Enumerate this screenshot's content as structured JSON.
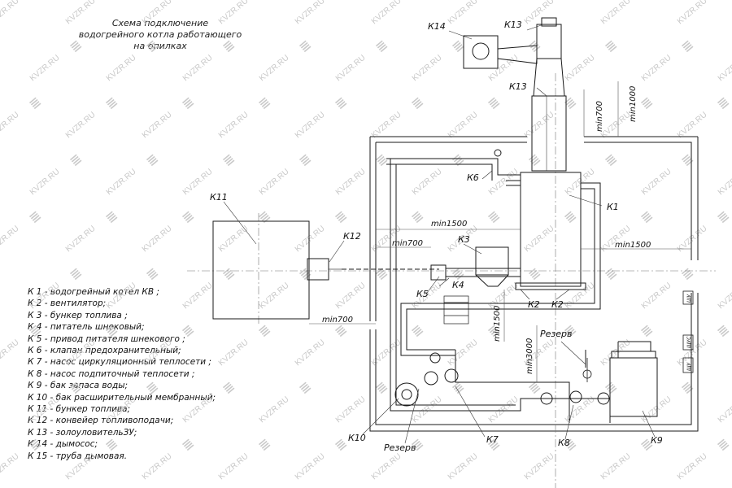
{
  "title": {
    "line1": "Схема подключение",
    "line2": "водогрейного котла работающего",
    "line3": "на опилках"
  },
  "legend": [
    "К 1 -  водогрейный котел КВ ;",
    "К 2 -  вентилятор;",
    "К 3 -  бункер топлива ;",
    "К 4 -  питатель шнековый;",
    "К 5 -  привод питателя шнекового ;",
    "К 6 -  клапан предохранительный;",
    "К 7 -  насос циркуляционный теплосети ;",
    "К 8 -  насос подпиточный теплосети ;",
    "К 9 -  бак запаса воды;",
    "К 10 -  бак расширительный мембранный;",
    "К 11 -  бункер топлива;",
    "К 12 -  конвейер топливоподачи;",
    "К 13 -  золоуловительЗУ;",
    "К 14 -  дымосос;",
    "К 15 -  труба дымовая."
  ],
  "labels": {
    "k1": "К1",
    "k2a": "К2",
    "k2b": "К2",
    "k3": "К3",
    "k4": "К4",
    "k5": "К5",
    "k6": "К6",
    "k7": "К7",
    "k8": "К8",
    "k9": "К9",
    "k10": "К10",
    "k11": "К11",
    "k12": "К12",
    "k13a": "К13",
    "k13b": "К13",
    "k14": "К14",
    "rezerv1": "Резерв",
    "rezerv2": "Резерв"
  },
  "dimensions": {
    "min700_top": "min700",
    "min1000": "min1000",
    "min1500_a": "min1500",
    "min700_mid": "min700",
    "min1500_b": "min1500",
    "min700_low": "min700",
    "min1500_v": "min1500",
    "min3000": "min3000"
  },
  "side_tags": {
    "tag1": "ШУ",
    "tag2": "ЩУС",
    "tag3": "ЩУ"
  },
  "watermark": "KVZR.RU",
  "colors": {
    "line": "#1a1a1a",
    "thin": "#555555",
    "watermark": "#c9c9c9"
  }
}
